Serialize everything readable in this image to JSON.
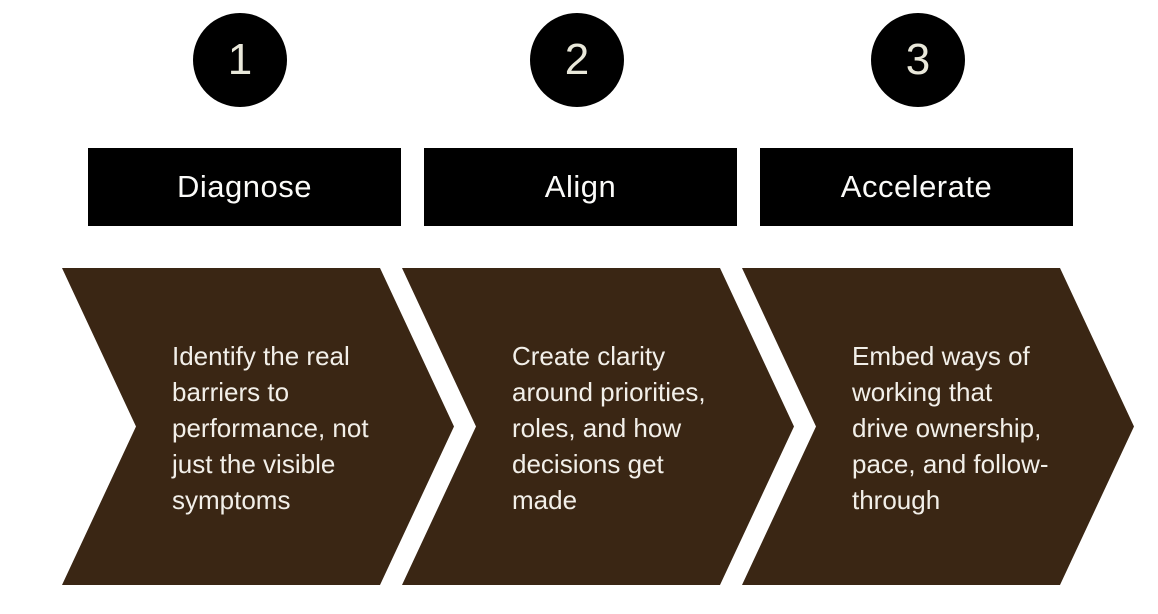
{
  "diagram": {
    "type": "three-step-process-chevrons",
    "background": "#ffffff"
  },
  "colors": {
    "shape_black": "#000000",
    "chevron_brown": "#3a2614",
    "number_cream": "#e9e8da",
    "title_text": "#fbfbf9",
    "body_text": "#f2efe9"
  },
  "steps": [
    {
      "number": "1",
      "title": "Diagnose",
      "description": "Identify the real\nbarriers to\nperformance, not\njust the visible\nsymptoms"
    },
    {
      "number": "2",
      "title": "Align",
      "description": "Create clarity\naround priorities,\nroles, and how\ndecisions get\nmade"
    },
    {
      "number": "3",
      "title": "Accelerate",
      "description": "Embed ways of\nworking that\ndrive ownership,\npace, and follow-\nthrough"
    }
  ]
}
